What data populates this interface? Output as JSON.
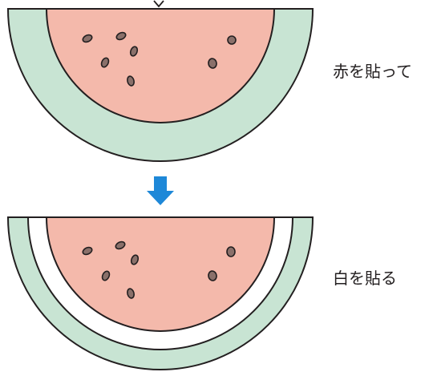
{
  "steps": [
    {
      "label": "赤を貼って",
      "layers": [
        "green-rind",
        "red-flesh"
      ]
    },
    {
      "label": "白を貼る",
      "layers": [
        "green-rind",
        "white-rind",
        "red-flesh"
      ]
    }
  ],
  "colors": {
    "rind_green": "#c8e4d3",
    "rind_white": "#ffffff",
    "flesh_red": "#f4b9ab",
    "seed": "#8a706a",
    "outline": "#231f20",
    "arrow": "#1e88d8"
  },
  "icons": {
    "step_arrow": "arrow-down-icon"
  }
}
